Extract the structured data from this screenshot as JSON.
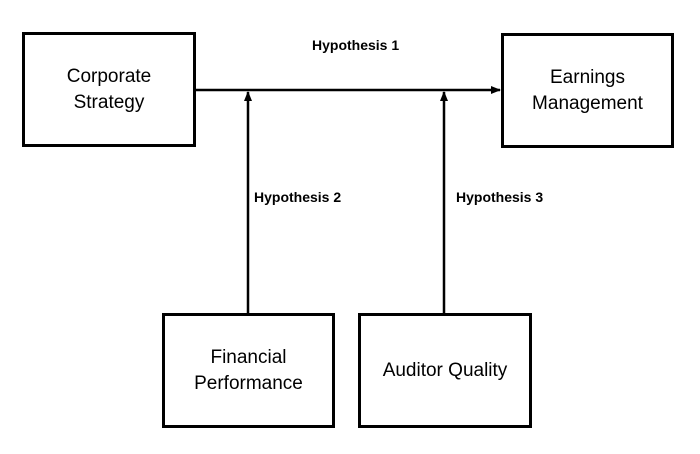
{
  "diagram": {
    "nodes": {
      "corporate_strategy": {
        "lines": [
          "Corporate Strategy"
        ]
      },
      "earnings_management": {
        "lines": [
          "Earnings",
          "Management"
        ]
      },
      "financial_performance": {
        "lines": [
          "Financial",
          "Performance"
        ]
      },
      "auditor_quality": {
        "lines": [
          "Auditor Quality"
        ]
      }
    },
    "edges": {
      "hypothesis_1": "Hypothesis 1",
      "hypothesis_2": "Hypothesis 2",
      "hypothesis_3": "Hypothesis 3"
    }
  }
}
